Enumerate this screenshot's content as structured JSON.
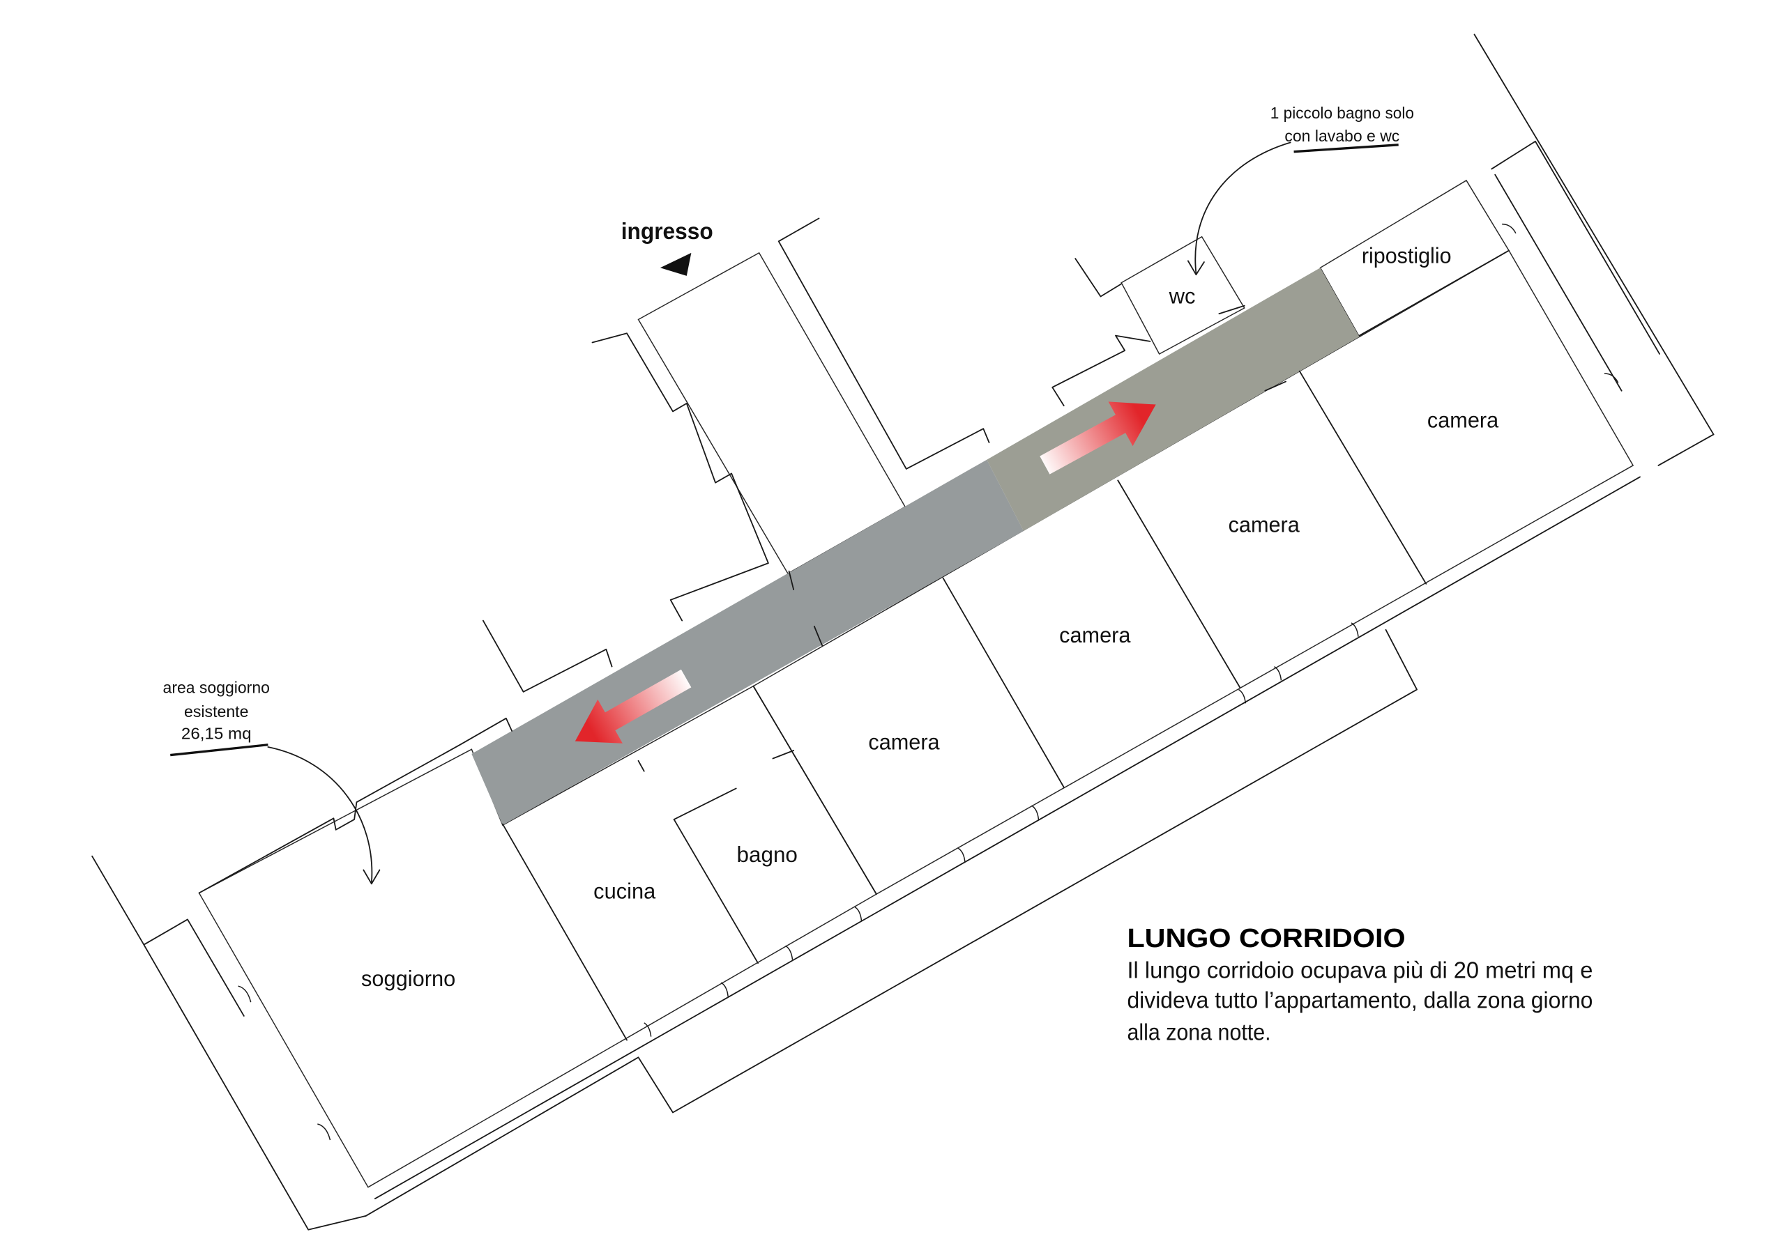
{
  "labels": {
    "entrance": "ingresso",
    "wc": "wc",
    "storage": "ripostiglio",
    "bedroom_1": "camera",
    "bedroom_2": "camera",
    "bedroom_3": "camera",
    "bedroom_4": "camera",
    "bathroom": "bagno",
    "kitchen": "cucina",
    "living_room": "soggiorno"
  },
  "notes": {
    "small_bathroom": [
      "1 piccolo bagno solo",
      "con lavabo e wc"
    ],
    "living_area": [
      "area soggiorno",
      "esistente",
      "26,15 mq"
    ]
  },
  "caption": {
    "title": "LUNGO CORRIDOIO",
    "lines": [
      "Il lungo corridoio ocupava più di 20 metri mq e",
      "divideva tutto l’appartamento, dalla zona giorno",
      "alla zona notte."
    ]
  },
  "colors": {
    "day_zone": "#d0e0df",
    "night_zone": "#dee0cf",
    "corridor_day": "#969b9c",
    "corridor_night": "#9c9e94",
    "arrow": "#e2252a",
    "ink": "#111111"
  }
}
